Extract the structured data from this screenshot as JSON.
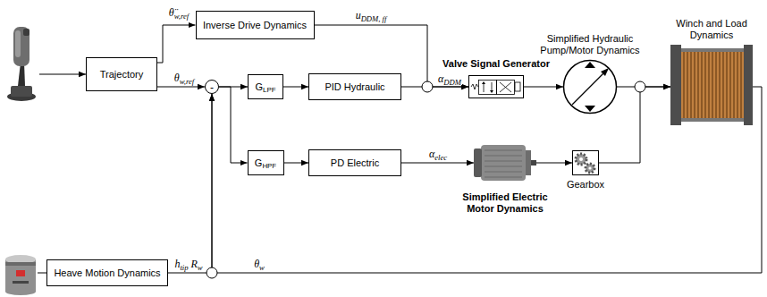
{
  "diagram": {
    "nodes": [
      {
        "text": [
          "Trajectory"
        ]
      },
      {
        "text": [
          "Inverse Drive Dynamics"
        ]
      },
      {
        "text": [
          "-"
        ]
      },
      {
        "text": [
          "GLPF"
        ]
      },
      {
        "text": [
          "PID Hydraulic"
        ]
      },
      {
        "text": [
          "GHPF"
        ]
      },
      {
        "text": [
          "PD Electric"
        ]
      },
      {
        "text": [
          "Valve Signal Generator"
        ]
      },
      {
        "text": [
          "Simplified Hydraulic Pump/Motor Dynamics"
        ]
      },
      {
        "text": [
          "Simplified Electric Motor Dynamics"
        ]
      },
      {
        "text": [
          "Gearbox"
        ]
      },
      {
        "text": [
          "Winch and Load Dynamics"
        ]
      },
      {
        "text": [
          "Heave Motion Dynamics"
        ]
      }
    ],
    "edges": [
      {
        "from": 0,
        "to": 1,
        "arrow": "to",
        "label": "θ̈w,ref"
      },
      {
        "from": 0,
        "to": 2,
        "arrow": "to",
        "label": "θw,ref"
      },
      {
        "from": 2,
        "to": 3,
        "arrow": "to"
      },
      {
        "from": 2,
        "to": 5,
        "arrow": "to"
      },
      {
        "from": 3,
        "to": 4,
        "arrow": "to"
      },
      {
        "from": 5,
        "to": 6,
        "arrow": "to"
      },
      {
        "from": 4,
        "to": 7,
        "arrow": "to"
      },
      {
        "from": 1,
        "to": 7,
        "arrow": "to",
        "label": "uDDM, ff"
      },
      {
        "from": 7,
        "to": 8,
        "arrow": "to"
      },
      {
        "from": 6,
        "to": 9,
        "arrow": "to",
        "label": "αelec"
      },
      {
        "from": 9,
        "to": 10,
        "arrow": "to"
      },
      {
        "from": 8,
        "to": 11,
        "arrow": "to"
      },
      {
        "from": 10,
        "to": 11,
        "arrow": "to"
      },
      {
        "from": 12,
        "to": 2,
        "arrow": "to",
        "label": "htip Rw"
      },
      {
        "from": 11,
        "to": 2,
        "arrow": "to",
        "label": "θw"
      }
    ],
    "labels": [
      "αDDM"
    ]
  }
}
